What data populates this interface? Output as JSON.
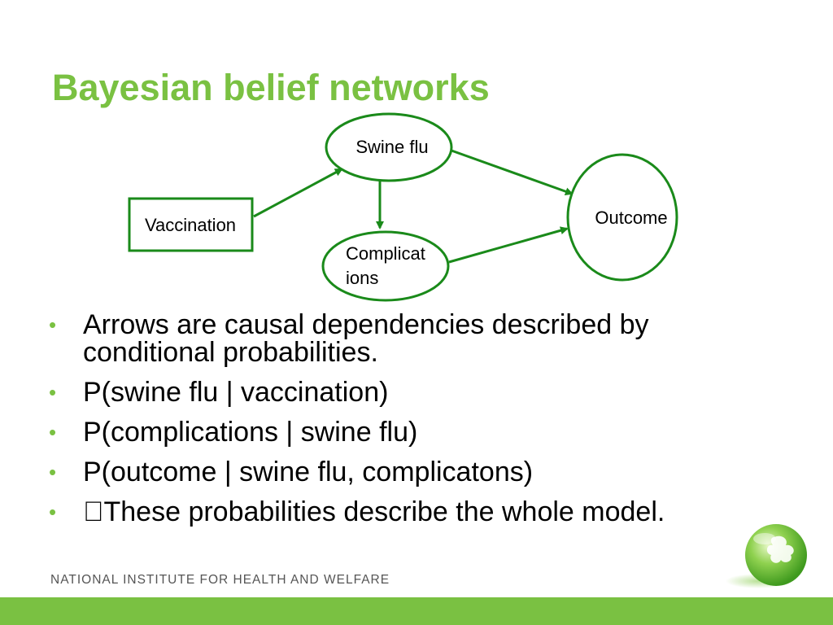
{
  "slide": {
    "title": "Bayesian belief networks",
    "diagram": {
      "nodes": {
        "vaccination": "Vaccination",
        "swine_flu": "Swine flu",
        "complications_line1": "Complicat",
        "complications_line2": "ions",
        "outcome": "Outcome"
      }
    },
    "bullets": [
      "Arrows are causal dependencies described by conditional probabilities.",
      "P(swine flu | vaccination)",
      "P(complications | swine flu)",
      "P(outcome | swine flu, complicatons)",
      "These probabilities describe the whole model."
    ],
    "bullet_symbol": "•",
    "footer": "NATIONAL INSTITUTE FOR HEALTH AND WELFARE"
  },
  "colors": {
    "title_green": "#7ac142",
    "arrow_green": "#1a8a1a",
    "bar_green": "#7ac142"
  }
}
